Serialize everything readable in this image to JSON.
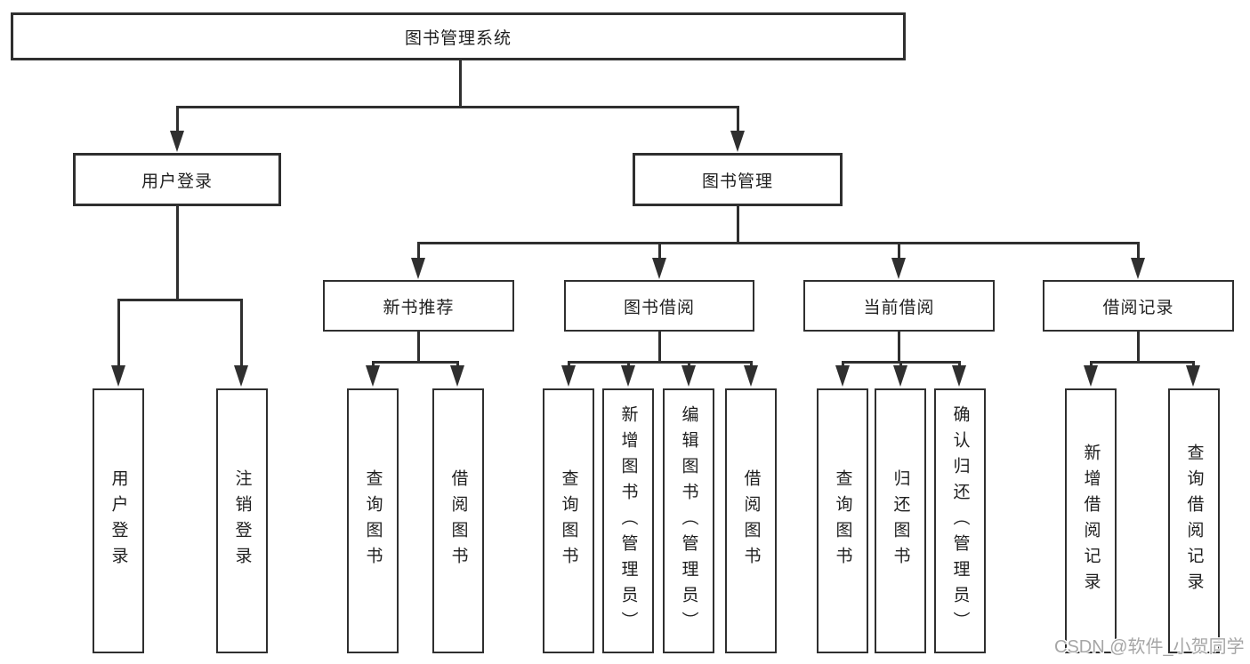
{
  "colors": {
    "background": "#ffffff",
    "line": "#2f2f2f",
    "text": "#1f1f1f",
    "watermark": "#a6a6a6"
  },
  "watermark": {
    "text": "CSDN @软件_小贺同学"
  },
  "tree": {
    "label": "图书管理系统",
    "children": [
      {
        "label": "用户登录",
        "children": [
          {
            "label": "用户登录"
          },
          {
            "label": "注销登录"
          }
        ]
      },
      {
        "label": "图书管理",
        "children": [
          {
            "label": "新书推荐",
            "children": [
              {
                "label": "查询图书"
              },
              {
                "label": "借阅图书"
              }
            ]
          },
          {
            "label": "图书借阅",
            "children": [
              {
                "label": "查询图书"
              },
              {
                "label": "新增图书（管理员）"
              },
              {
                "label": "编辑图书（管理员）"
              },
              {
                "label": "借阅图书"
              }
            ]
          },
          {
            "label": "当前借阅",
            "children": [
              {
                "label": "查询图书"
              },
              {
                "label": "归还图书"
              },
              {
                "label": "确认归还（管理员）"
              }
            ]
          },
          {
            "label": "借阅记录",
            "children": [
              {
                "label": "新增借阅记录"
              },
              {
                "label": "查询借阅记录"
              }
            ]
          }
        ]
      }
    ]
  }
}
